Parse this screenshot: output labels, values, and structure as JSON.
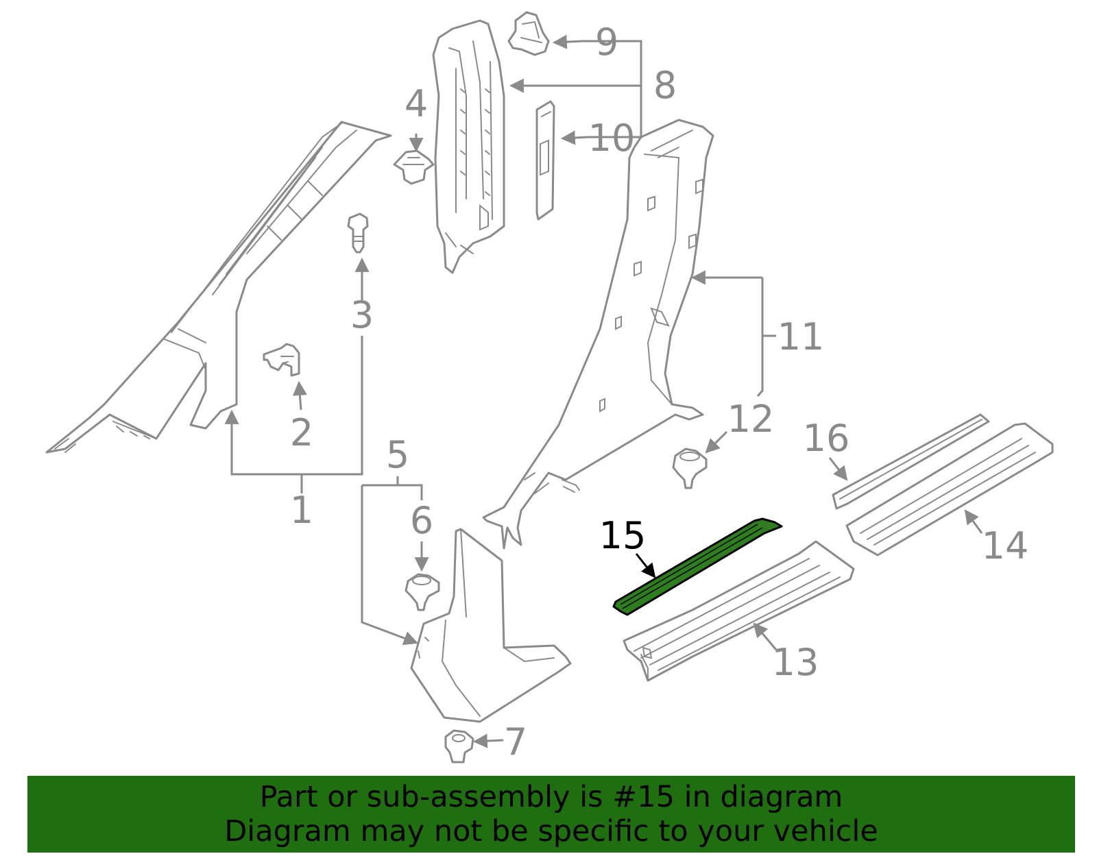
{
  "callouts": {
    "c1": "1",
    "c2": "2",
    "c3": "3",
    "c4": "4",
    "c5": "5",
    "c6": "6",
    "c7": "7",
    "c8": "8",
    "c9": "9",
    "c10": "10",
    "c11": "11",
    "c12": "12",
    "c13": "13",
    "c14": "14",
    "c15": "15",
    "c16": "16"
  },
  "highlight": {
    "part_number": "15",
    "color": "#2e7d1e"
  },
  "banner": {
    "line1": "Part or sub-assembly is #15 in diagram",
    "line2": "Diagram may not be specific to your vehicle",
    "background": "#1f6e0f"
  },
  "colors": {
    "line": "#8a8a8a",
    "highlight_outline": "#000000"
  }
}
